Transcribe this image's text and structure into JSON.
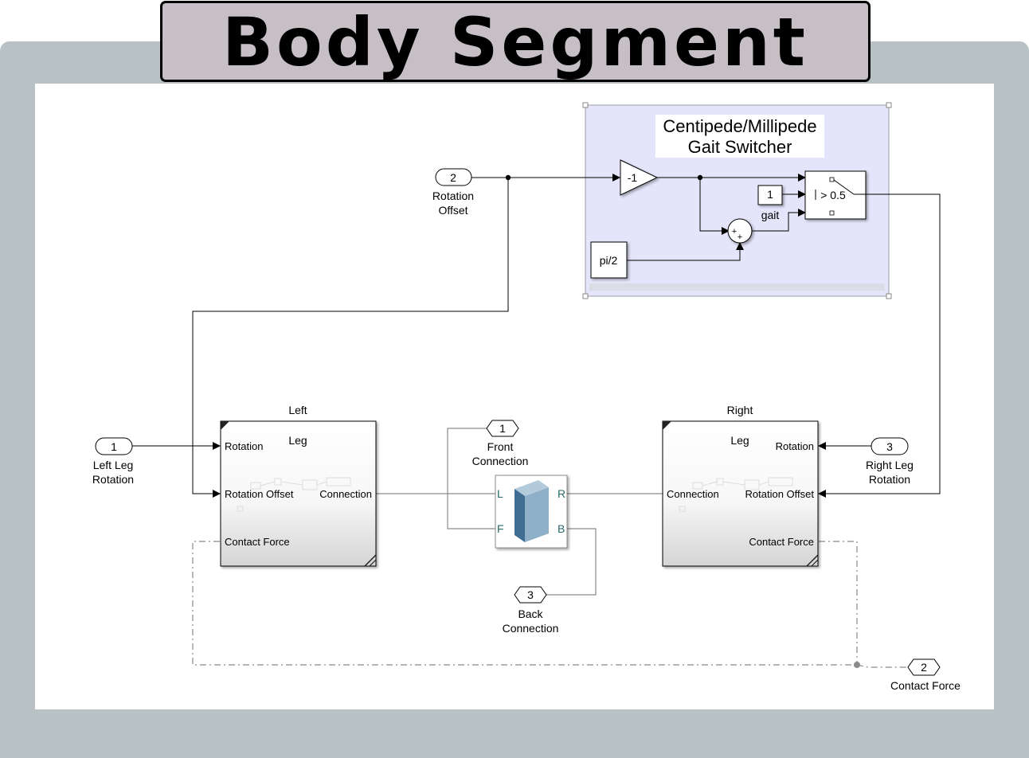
{
  "title": "Body Segment",
  "colors": {
    "frame": "#b8c1c4",
    "title_bg": "#c6c0c6",
    "area_fill": "#e4e4fa",
    "body_dark": "#3f6e92",
    "body_light": "#8fb0c9"
  },
  "area": {
    "line1": "Centipede/Millipede",
    "line2": "Gait Switcher"
  },
  "inports": [
    {
      "num": "2",
      "line1": "Rotation",
      "line2": "Offset"
    },
    {
      "num": "1",
      "line1": "Left Leg",
      "line2": "Rotation"
    },
    {
      "num": "3",
      "line1": "Right Leg",
      "line2": "Rotation"
    }
  ],
  "connports": [
    {
      "num": "1",
      "line1": "Front",
      "line2": "Connection"
    },
    {
      "num": "3",
      "line1": "Back",
      "line2": "Connection"
    },
    {
      "num": "2",
      "line1": "Contact Force",
      "line2": ""
    }
  ],
  "blocks": {
    "gain": "-1",
    "const_one": "1",
    "gait_label": "gait",
    "switch_cond": "> 0.5",
    "pi_half": "pi/2",
    "sum_sign1": "+",
    "sum_sign2": "+"
  },
  "left_leg": {
    "top": "Left",
    "title": "Leg",
    "in_rotation": "Rotation",
    "in_offset": "Rotation Offset",
    "out_connection": "Connection",
    "out_force": "Contact Force"
  },
  "right_leg": {
    "top": "Right",
    "title": "Leg",
    "in_rotation": "Rotation",
    "in_offset": "Rotation Offset",
    "out_connection": "Connection",
    "out_force": "Contact Force"
  },
  "body": {
    "port_l": "L",
    "port_r": "R",
    "port_f": "F",
    "port_b": "B"
  }
}
